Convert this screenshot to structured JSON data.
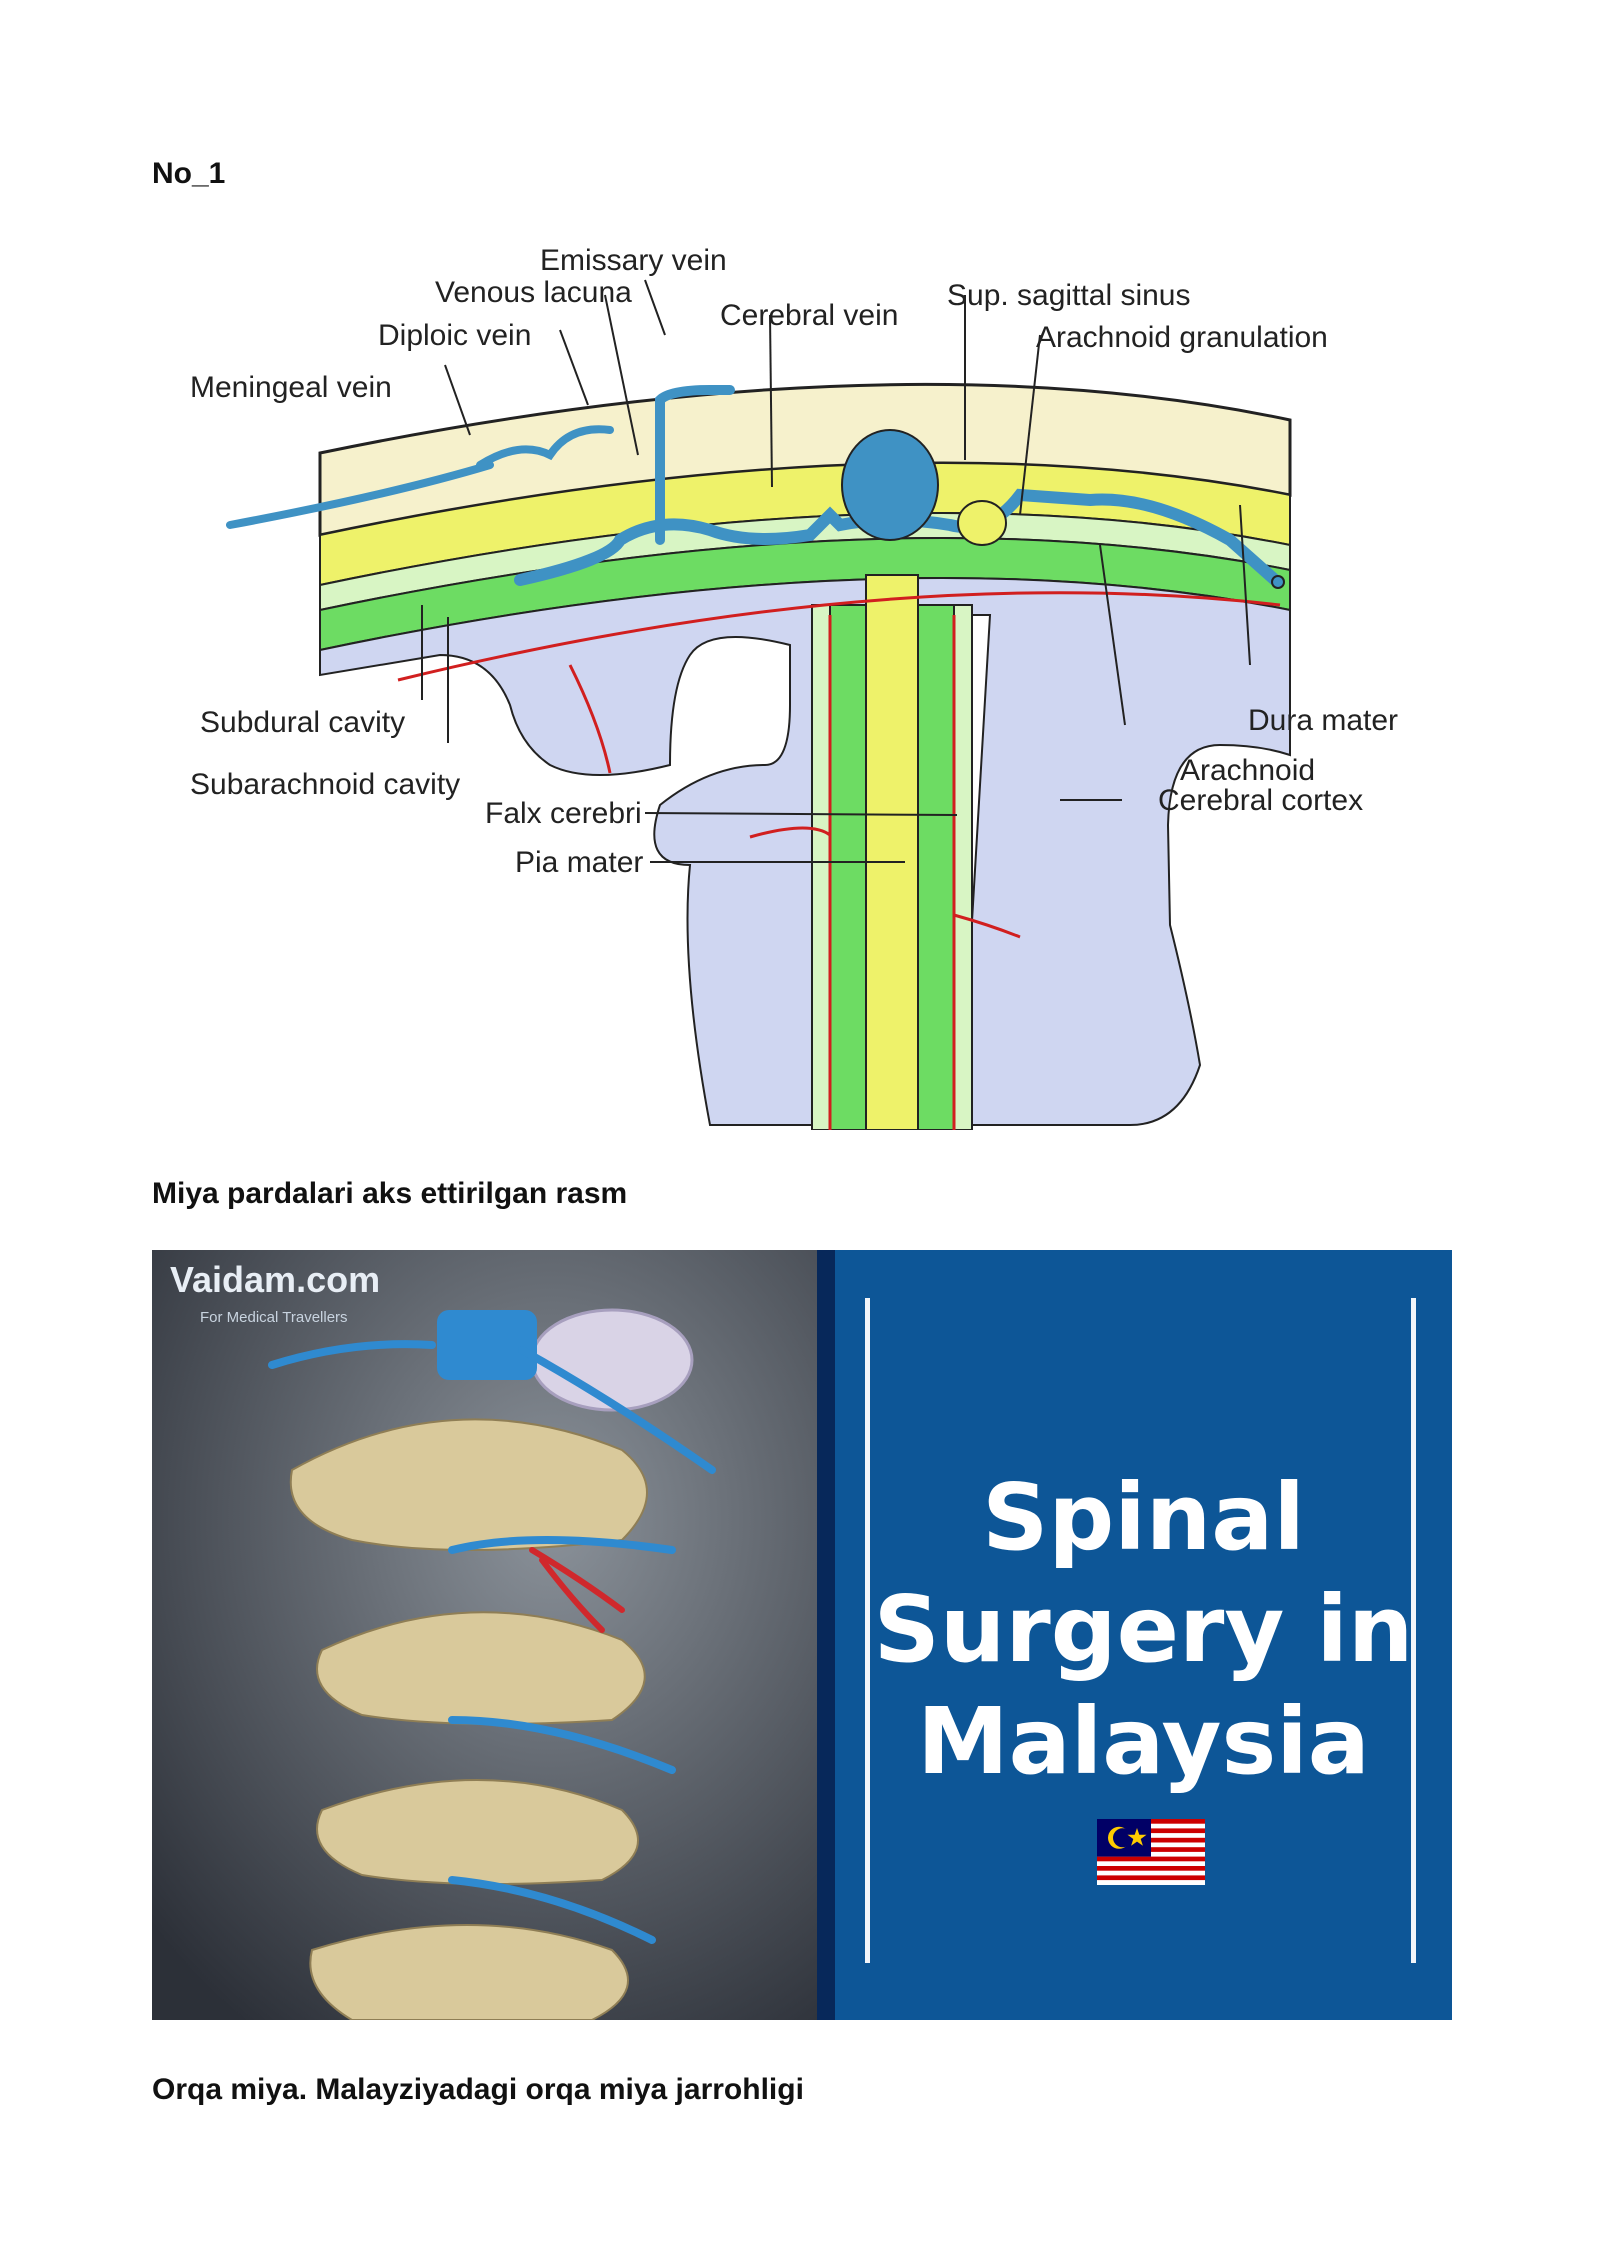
{
  "page": {
    "section_label": "No_1",
    "caption_1": "Miya pardalari aks ettirilgan rasm",
    "caption_2": "Orqa miya. Malayziyadagi orqa miya jarrohligi"
  },
  "diagram": {
    "labels": {
      "emissary_vein": "Emissary vein",
      "venous_lacuna": "Venous lacuna",
      "cerebral_vein": "Cerebral vein",
      "sup_sagittal_sinus": "Sup. sagittal sinus",
      "arachnoid_granulation": "Arachnoid granulation",
      "diploic_vein": "Diploic vein",
      "meningeal_vein": "Meningeal vein",
      "subdural_cavity": "Subdural cavity",
      "subarachnoid_cavity": "Subarachnoid cavity",
      "dura_mater": "Dura mater",
      "arachnoid": "Arachnoid",
      "falx_cerebri": "Falx cerebri",
      "cerebral_cortex": "Cerebral cortex",
      "pia_mater": "Pia mater"
    },
    "colors": {
      "bone": "#f6f1cc",
      "dura": "#eef26a",
      "arachnoid": "#d8f5c4",
      "subarachnoid": "#6ddc63",
      "cortex": "#cfd6f1",
      "vein": "#3f92c4",
      "pia": "#d11f1f"
    }
  },
  "banner": {
    "brand": "Vaidam.com",
    "brand_tagline": "For Medical Travellers",
    "title_lines": [
      "Spinal",
      "Surgery in",
      "Malaysia"
    ],
    "flag_icon": "malaysia-flag-icon",
    "colors": {
      "panel": "#0d5697",
      "panel_edge": "#07285a",
      "text": "#ffffff"
    }
  }
}
